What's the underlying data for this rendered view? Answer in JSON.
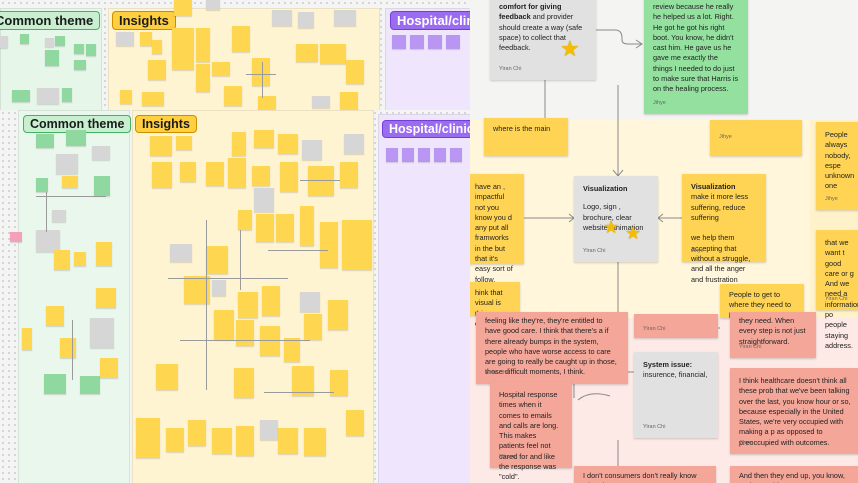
{
  "left_top": {
    "tags": {
      "common": "Common theme",
      "insights": "Insights",
      "hospital": "Hospital/clinic"
    }
  },
  "left_bottom": {
    "tags": {
      "common": "Common theme",
      "insights": "Insights",
      "hospital": "Hospital/clinic r..."
    }
  },
  "right": {
    "note_feedback": {
      "bold": "comfort for giving feedback",
      "text": " and provider should create a way (safe space) to collect that feedback.",
      "author": "Yiran Chi"
    },
    "note_review": {
      "text": "review because he really he helped us a lot. Right. He got he got his right boot. You know, he didn't cast him. He gave us he gave me exactly the things I needed to do just to make sure that Harris is on the healing process.",
      "author": "Jihye"
    },
    "note_main": {
      "text": "where is the main"
    },
    "note_jihye_tag": {
      "author": "Jihye"
    },
    "note_always": {
      "text": "People always nobody, espe unknown one",
      "author": "Jihye"
    },
    "note_impactful": {
      "text": "have an , impactful not you know you d any put all framworks in the but that it's easy sort of follow, avigate yourself"
    },
    "note_visual_center": {
      "title": "Visualization",
      "text": "Logo, sign , brochure, clear website, animation",
      "author": "Yiran Chi"
    },
    "note_visual_right": {
      "title": "Visualization",
      "text": "make it more less suffering, reduce suffering\n\nwe help them accepting that without a struggle, and all the anger and frustration",
      "author": "Jihye"
    },
    "note_want": {
      "text": "that we want t good care or g And we need a information po people staying address.",
      "author": "Yiran Chi"
    },
    "note_visual_is": {
      "text": "hink that visual is thing you can do"
    },
    "note_people_go": {
      "text": "People to get to where they need to be"
    },
    "note_entitled": {
      "text": "feeling like they're, they're entitled to have good care. I think that there's a if there already bumps in the system, people who have worse access to care are going to really be caught up in those, those difficult moments, I think.",
      "author": "Yiran Chi"
    },
    "note_yiran_tag": {
      "author": "Yiran Chi"
    },
    "note_straight": {
      "text": "they need. When every step is not just straightforward.",
      "author": "Yiran Chi"
    },
    "note_hospital_response": {
      "text": "Hospital response times when it comes to emails and calls are long. This makes patients feel not cared for and like the response was \"cold\".",
      "author": "Minami"
    },
    "note_system": {
      "title": "System issue:",
      "text": "insurence, financial,",
      "author": "Yiran Chi"
    },
    "note_healthcare": {
      "text": "I think healthcare doesn't think all these prob that we've been talking over the last, you know hour or so, because especially in the United States, we're very occupied with making a p as opposed to preoccupied with outcomes.",
      "author": "Jihye"
    },
    "note_consumers": {
      "text": "I don't consumers don't really know what the"
    },
    "note_end_up": {
      "text": "And then they end up, you know, and somethi"
    }
  }
}
